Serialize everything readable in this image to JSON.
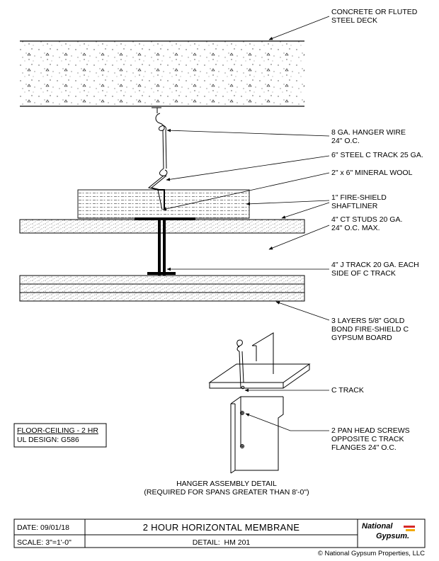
{
  "callouts": {
    "deck": [
      "CONCRETE OR FLUTED",
      "STEEL DECK"
    ],
    "hanger_wire": [
      "8 GA. HANGER WIRE",
      "24\" O.C."
    ],
    "c_track": [
      "6\" STEEL C TRACK 25 GA."
    ],
    "mineral_wool": [
      "2\" x 6\" MINERAL WOOL"
    ],
    "shaftliner": [
      "1\" FIRE-SHIELD",
      "SHAFTLINER"
    ],
    "ct_studs": [
      "4\" CT STUDS 20 GA.",
      "24\" O.C. MAX."
    ],
    "j_track": [
      "4\" J TRACK 20 GA. EACH",
      "SIDE OF C TRACK"
    ],
    "gypsum": [
      "3 LAYERS 5/8\" GOLD",
      "BOND FIRE-SHIELD C",
      "GYPSUM BOARD"
    ]
  },
  "detail": {
    "c_track": "C TRACK",
    "screws": [
      "2 PAN HEAD SCREWS",
      "OPPOSITE C TRACK",
      "FLANGES 24\" O.C."
    ],
    "caption": [
      "HANGER ASSEMBLY DETAIL",
      "(REQUIRED FOR SPANS GREATER THAN 8'-0\")"
    ]
  },
  "rating": {
    "line1": "FLOOR-CEILING - 2 HR",
    "line2": "UL DESIGN: G586"
  },
  "title_block": {
    "date": "DATE: 09/01/18",
    "scale": "SCALE: 3\"=1'-0\"",
    "title": "2 HOUR HORIZONTAL MEMBRANE",
    "detail": "DETAIL:  HM 201",
    "logo_line1": "National",
    "logo_line2": "Gypsum.",
    "copyright": "© National Gypsum Properties, LLC"
  }
}
